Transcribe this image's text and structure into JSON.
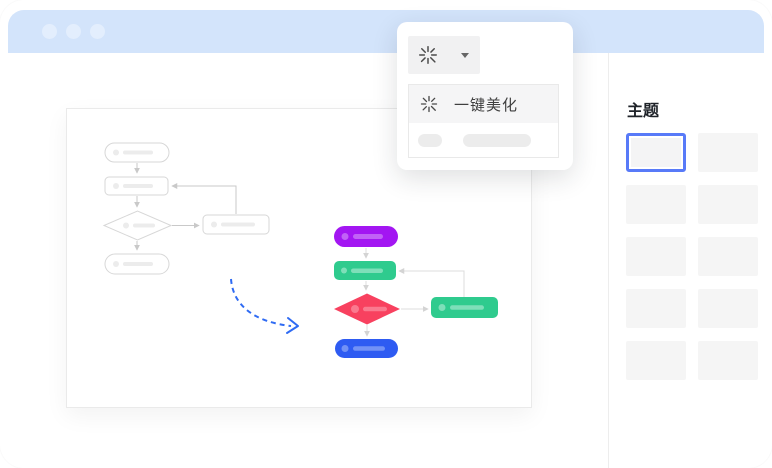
{
  "window": {
    "traffic_dots": 3
  },
  "beautify_popup": {
    "toolbar_button": {
      "icon": "beautify-burst-icon",
      "caret": "down"
    },
    "menu": {
      "item_label": "一键美化",
      "item_icon": "beautify-burst-icon",
      "skeleton_row": true
    }
  },
  "canvas": {
    "gray_flowchart": {
      "nodes": [
        "start-stadium",
        "process-rect",
        "decision-diamond",
        "side-process-rect",
        "end-stadium"
      ],
      "style": "wireframe-gray"
    },
    "colored_flowchart": {
      "nodes": [
        "start-stadium",
        "process-rect",
        "decision-diamond",
        "side-process-rect",
        "end-stadium"
      ],
      "style": "beautified-colors"
    },
    "transition_arrow": "dashed-blue-curved-arrow"
  },
  "sidebar": {
    "title": "主题",
    "themes": [
      {
        "name": "theme-1",
        "selected": true
      },
      {
        "name": "theme-2",
        "selected": false
      },
      {
        "name": "theme-3",
        "selected": false
      },
      {
        "name": "theme-4",
        "selected": false
      },
      {
        "name": "theme-5",
        "selected": false
      },
      {
        "name": "theme-6",
        "selected": false
      },
      {
        "name": "theme-7",
        "selected": false
      },
      {
        "name": "theme-8",
        "selected": false
      },
      {
        "name": "theme-9",
        "selected": false
      },
      {
        "name": "theme-10",
        "selected": false
      }
    ]
  },
  "colors": {
    "topbar": "#d3e4fb",
    "topbar_dot": "#e3eefd",
    "accent_select": "#587af8",
    "arrow_blue": "#2f6bf3",
    "node_purple": "#a316f2",
    "node_green": "#2fcb8e",
    "node_red": "#f8415f",
    "node_blue": "#2e5bf2",
    "wire_stroke": "#d7d7d7",
    "connector_gray": "#c9c9c9",
    "connector_light": "#dcdcdc",
    "placeholder_gray": "#ececec"
  }
}
